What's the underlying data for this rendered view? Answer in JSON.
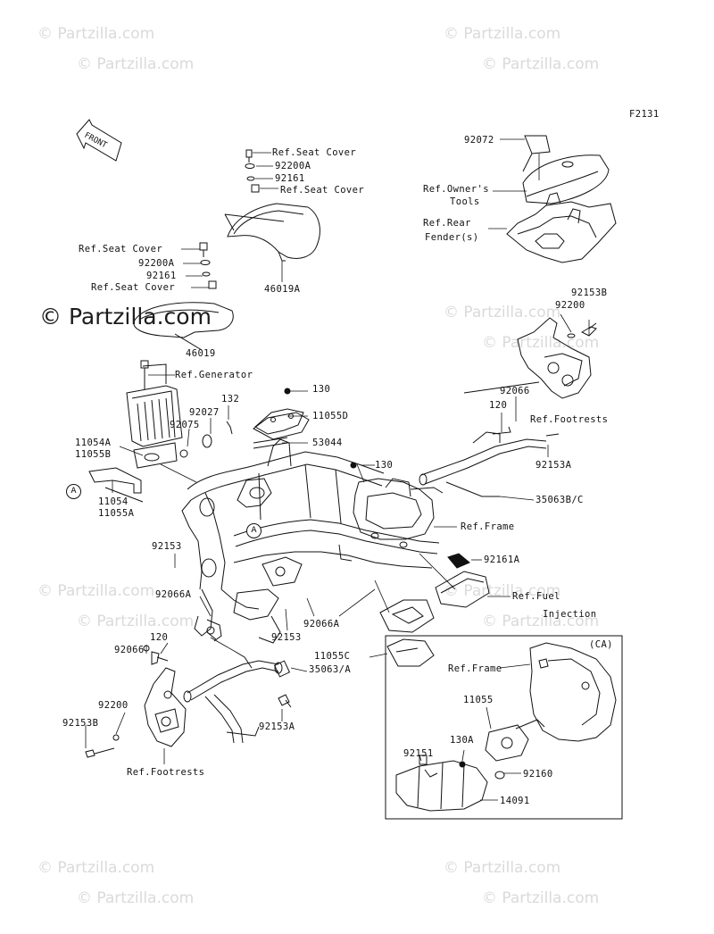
{
  "diagram_code": "F2131",
  "direction_label": "FRONT",
  "watermark": {
    "text": "© Partzilla.com"
  },
  "callout_letter": "A",
  "ca_box_title": "(CA)",
  "labels": {
    "ref_seat_cover_1": "Ref.Seat Cover",
    "p92200a_1": "92200A",
    "p92161_1": "92161",
    "ref_seat_cover_2": "Ref.Seat Cover",
    "p92072": "92072",
    "ref_owners_tools_1": "Ref.Owner's",
    "ref_owners_tools_2": "Tools",
    "ref_rear_fender_1": "Ref.Rear",
    "ref_rear_fender_2": "Fender(s)",
    "ref_seat_cover_3": "Ref.Seat Cover",
    "p92200a_2": "92200A",
    "p92161_2": "92161",
    "ref_seat_cover_4": "Ref.Seat Cover",
    "p46019a": "46019A",
    "p46019": "46019",
    "p92153b_top": "92153B",
    "p92200_top": "92200",
    "ref_generator": "Ref.Generator",
    "p130_top": "130",
    "p132": "132",
    "p92027": "92027",
    "p11055d": "11055D",
    "p92066_top": "92066",
    "p120_top": "120",
    "ref_footrests_top": "Ref.Footrests",
    "p92075": "92075",
    "p53044": "53044",
    "p11054a": "11054A",
    "p11055b": "11055B",
    "p130_mid": "130",
    "p92153a_top": "92153A",
    "p11054": "11054",
    "p11055a": "11055A",
    "p35063bc": "35063B/C",
    "ref_frame_1": "Ref.Frame",
    "p92153_left": "92153",
    "p92161a": "92161A",
    "p92066a_left": "92066A",
    "ref_fuel_1": "Ref.Fuel",
    "ref_fuel_2": "Injection",
    "p92066a_mid": "92066A",
    "p92153_mid": "92153",
    "p92066_bot": "92066",
    "p120_bot": "120",
    "p11055c": "11055C",
    "p35063a": "35063/A",
    "ref_frame_2": "Ref.Frame",
    "p92200_bot": "92200",
    "p11055": "11055",
    "p92153b_bot": "92153B",
    "p92153a_bot": "92153A",
    "p92151": "92151",
    "p130a": "130A",
    "p92160": "92160",
    "ref_footrests_bot": "Ref.Footrests",
    "p14091": "14091"
  }
}
